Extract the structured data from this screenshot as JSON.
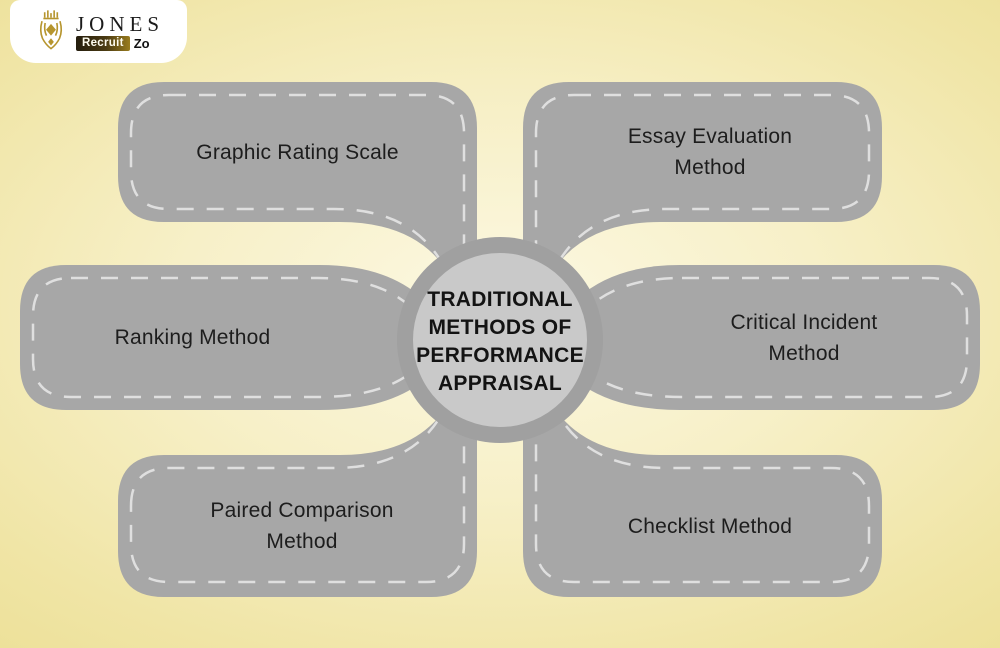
{
  "logo": {
    "brand": "JONES",
    "badge": "Recruit",
    "badge_suffix": "Zo"
  },
  "center": {
    "lines": [
      "TRADITIONAL",
      "METHODS OF",
      "PERFORMANCE",
      "APPRAISAL"
    ]
  },
  "methods": [
    {
      "id": "graphic-rating-scale",
      "label": "Graphic Rating Scale"
    },
    {
      "id": "essay-evaluation-method",
      "label": "Essay Evaluation Method"
    },
    {
      "id": "ranking-method",
      "label": "Ranking Method"
    },
    {
      "id": "critical-incident-method",
      "label": "Critical Incident Method"
    },
    {
      "id": "paired-comparison-method",
      "label": "Paired Comparison Method"
    },
    {
      "id": "checklist-method",
      "label": "Checklist Method"
    }
  ],
  "colors": {
    "box_gray": "#a7a7a7",
    "ring_gray": "#a0a0a0",
    "inner_circle_gray": "#c9c9c9",
    "dash": "#dfdfdf",
    "background_gold": "#e9dc8a",
    "background_center": "#fbf6da",
    "logo_gold": "#b6952e",
    "text": "#1d1d1d"
  }
}
